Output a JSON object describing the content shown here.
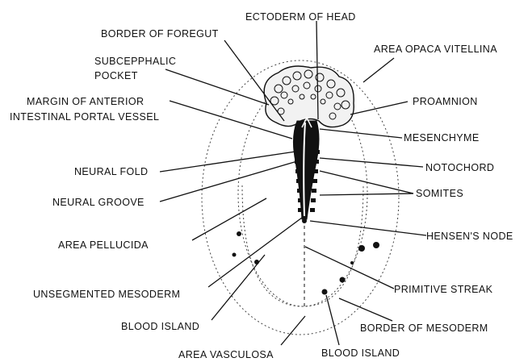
{
  "labels": {
    "ectoderm_of_head": "ECTODERM OF HEAD",
    "border_of_foregut": "BORDER OF FOREGUT",
    "area_opaca_vitellina": "AREA OPACA VITELLINA",
    "subcephalic_pocket_line1": "SUBCEPPHALIC",
    "subcephalic_pocket_line2": "POCKET",
    "proamnion": "PROAMNION",
    "margin_line1": "MARGIN OF ANTERIOR",
    "margin_line2": "INTESTINAL PORTAL VESSEL",
    "mesenchyme": "MESENCHYME",
    "neural_fold": "NEURAL FOLD",
    "notochord": "NOTOCHORD",
    "neural_groove": "NEURAL GROOVE",
    "somites": "SOMITES",
    "area_pellucida": "AREA PELLUCIDA",
    "hensens_node": "HENSEN'S NODE",
    "unsegmented_mesoderm": "UNSEGMENTED MESODERM",
    "primitive_streak": "PRIMITIVE STREAK",
    "blood_island_left": "BLOOD ISLAND",
    "border_of_mesoderm": "BORDER OF MESODERM",
    "area_vasculosa": "AREA VASCULOSA",
    "blood_island_bottom": "BLOOD ISLAND"
  }
}
